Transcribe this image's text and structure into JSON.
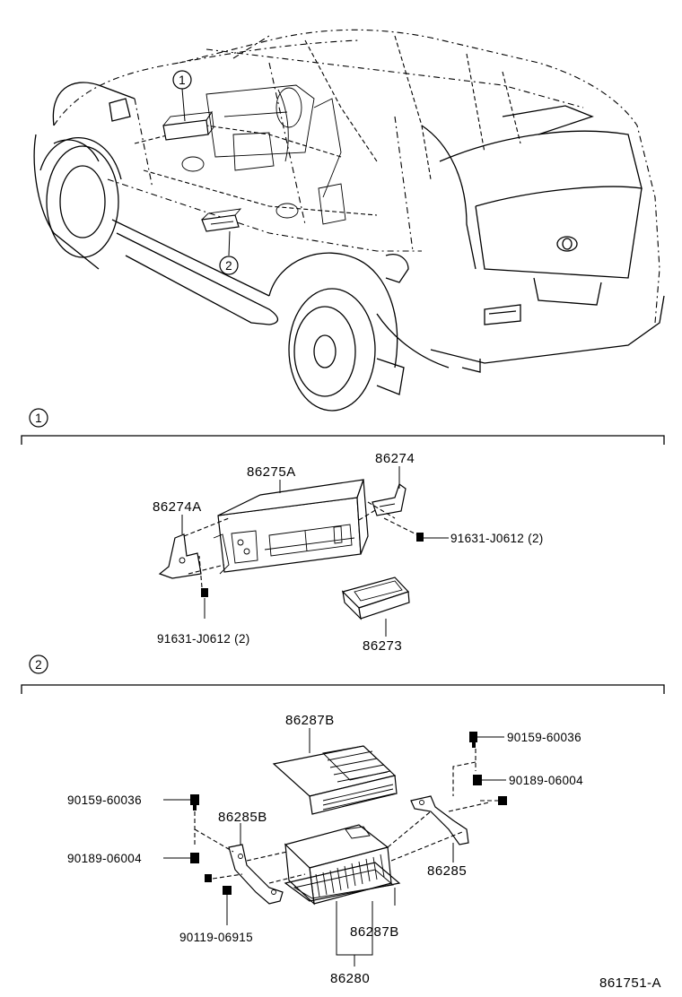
{
  "callouts": [
    "1",
    "2"
  ],
  "section1": {
    "marker": "1",
    "labels": {
      "p86275A": "86275A",
      "p86274": "86274",
      "p86274A": "86274A",
      "screw_right": "91631-J0612 (2)",
      "screw_left": "91631-J0612 (2)",
      "p86273": "86273"
    }
  },
  "section2": {
    "marker": "2",
    "labels": {
      "cover_top": "86287B",
      "bolt_right": "90159-60036",
      "nut_right": "90189-06004",
      "bolt_left": "90159-60036",
      "bracket_left": "86285B",
      "nut_left": "90189-06004",
      "bracket_right": "86285",
      "screw_bottom": "90119-06915",
      "cover_bottom": "86287B",
      "amplifier": "86280"
    }
  },
  "figure_code": "861751-A"
}
